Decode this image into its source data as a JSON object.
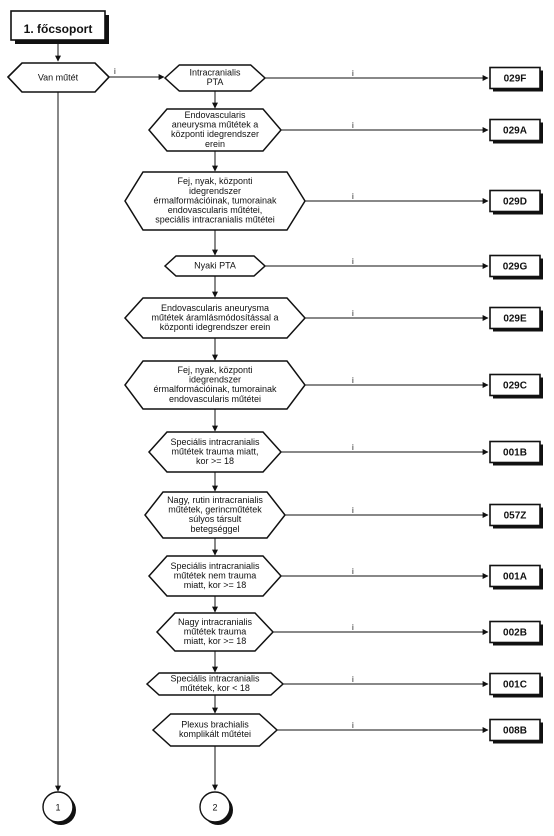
{
  "header": {
    "title": "1. főcsoport"
  },
  "start": {
    "label": "Van műtét",
    "yes": "i"
  },
  "decisions": [
    {
      "lines": [
        "Intracranialis",
        "PTA"
      ],
      "yes": "i",
      "code": "029F"
    },
    {
      "lines": [
        "Endovascularis",
        "aneurysma műtétek a",
        "központi idegrendszer",
        "erein"
      ],
      "yes": "i",
      "code": "029A"
    },
    {
      "lines": [
        "Fej, nyak, központi",
        "idegrendszer",
        "érmalformációinak, tumorainak",
        "endovascularis műtétei,",
        "speciális intracranialis műtétei"
      ],
      "yes": "i",
      "code": "029D"
    },
    {
      "lines": [
        "Nyaki PTA"
      ],
      "yes": "i",
      "code": "029G"
    },
    {
      "lines": [
        "Endovascularis aneurysma",
        "műtétek áramlásmódosítással a",
        "központi idegrendszer erein"
      ],
      "yes": "i",
      "code": "029E"
    },
    {
      "lines": [
        "Fej, nyak, központi",
        "idegrendszer",
        "érmalformációinak, tumorainak",
        "endovascularis műtétei"
      ],
      "yes": "i",
      "code": "029C"
    },
    {
      "lines": [
        "Speciális intracranialis",
        "műtétek trauma miatt,",
        "kor >= 18"
      ],
      "yes": "i",
      "code": "001B"
    },
    {
      "lines": [
        "Nagy, rutin intracranialis",
        "műtétek, gerincműtétek",
        "súlyos társult",
        "betegséggel"
      ],
      "yes": "i",
      "code": "057Z"
    },
    {
      "lines": [
        "Speciális intracranialis",
        "műtétek nem trauma",
        "miatt, kor >= 18"
      ],
      "yes": "i",
      "code": "001A"
    },
    {
      "lines": [
        "Nagy intracranialis",
        "műtétek trauma",
        "miatt, kor >= 18"
      ],
      "yes": "i",
      "code": "002B"
    },
    {
      "lines": [
        "Speciális intracranialis",
        "műtétek, kor < 18"
      ],
      "yes": "i",
      "code": "001C"
    },
    {
      "lines": [
        "Plexus brachialis",
        "komplikált műtétei"
      ],
      "yes": "i",
      "code": "008B"
    }
  ],
  "connectors": [
    "1",
    "2"
  ]
}
